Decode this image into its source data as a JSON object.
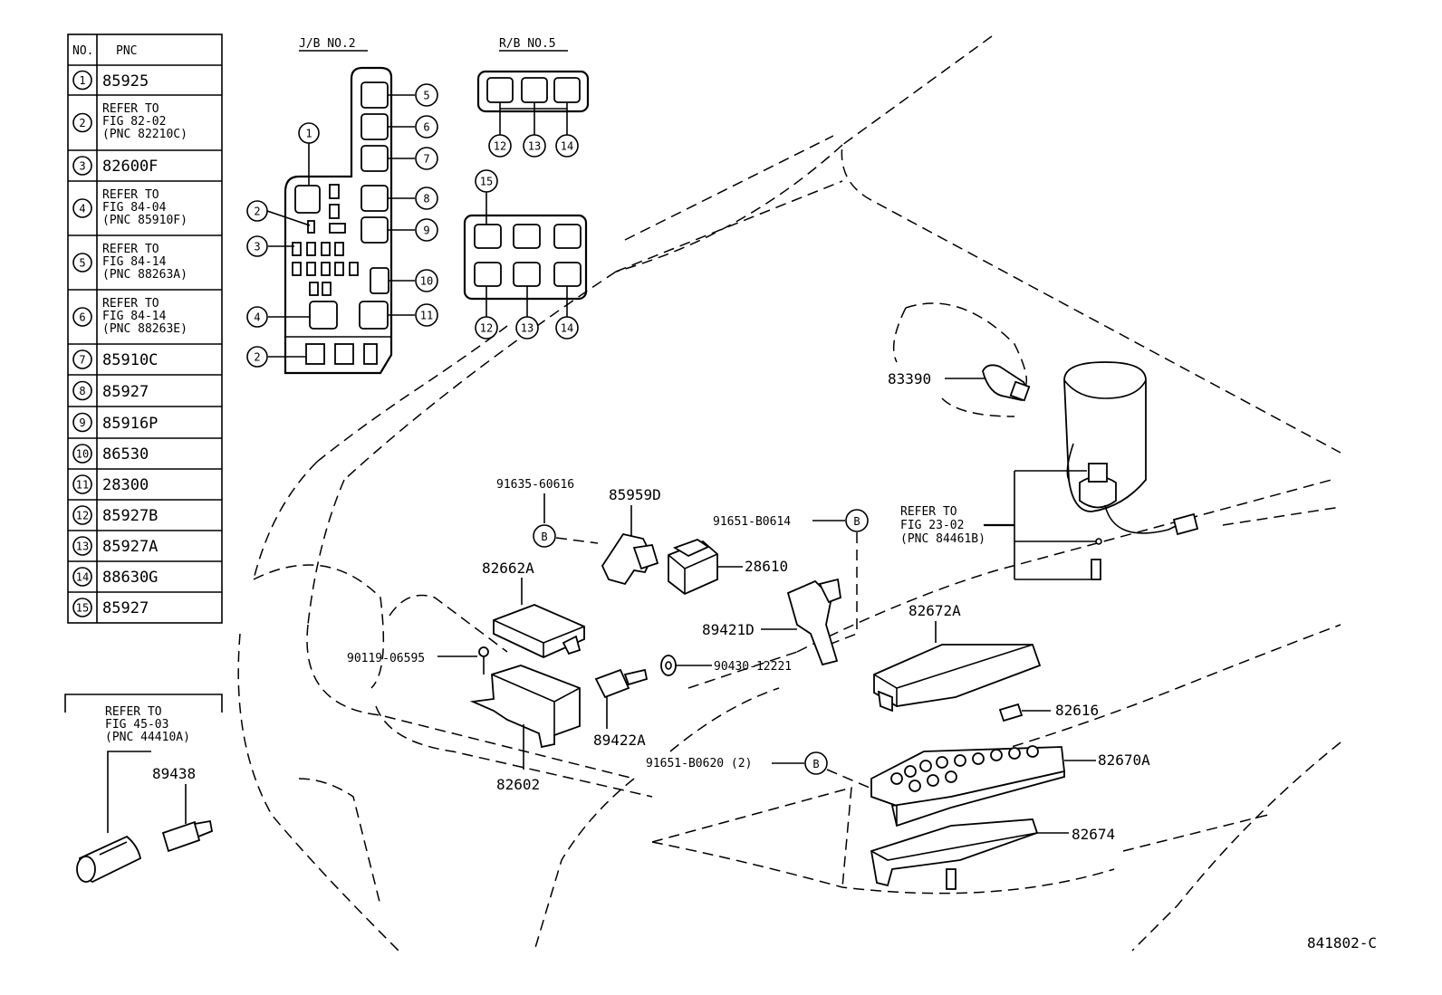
{
  "table": {
    "header": {
      "no": "NO.",
      "pnc": "PNC"
    },
    "rows": [
      {
        "no": "1",
        "lines": [
          "85925"
        ]
      },
      {
        "no": "2",
        "lines": [
          "REFER TO",
          "FIG 82-02",
          " (PNC 82210C)"
        ]
      },
      {
        "no": "3",
        "lines": [
          "82600F"
        ]
      },
      {
        "no": "4",
        "lines": [
          "REFER TO",
          "FIG 84-04",
          " (PNC 85910F)"
        ]
      },
      {
        "no": "5",
        "lines": [
          "REFER TO",
          "FIG 84-14",
          " (PNC 88263A)"
        ]
      },
      {
        "no": "6",
        "lines": [
          "REFER TO",
          "FIG 84-14",
          " (PNC 88263E)"
        ]
      },
      {
        "no": "7",
        "lines": [
          "85910C"
        ]
      },
      {
        "no": "8",
        "lines": [
          "85927"
        ]
      },
      {
        "no": "9",
        "lines": [
          "85916P"
        ]
      },
      {
        "no": "10",
        "lines": [
          "86530"
        ]
      },
      {
        "no": "11",
        "lines": [
          "28300"
        ]
      },
      {
        "no": "12",
        "lines": [
          "85927B"
        ]
      },
      {
        "no": "13",
        "lines": [
          "85927A"
        ]
      },
      {
        "no": "14",
        "lines": [
          "88630G"
        ]
      },
      {
        "no": "15",
        "lines": [
          "85927"
        ]
      }
    ]
  },
  "jb2": {
    "title": "J/B NO.2",
    "callouts": [
      "1",
      "2",
      "3",
      "4",
      "2",
      "5",
      "6",
      "7",
      "8",
      "9",
      "10",
      "11"
    ]
  },
  "rb5": {
    "title": "R/B NO.5",
    "callouts": [
      "12",
      "13",
      "14",
      "15",
      "12",
      "13",
      "14"
    ]
  },
  "refer_box": {
    "lines": [
      "REFER TO",
      "FIG 45-03",
      " (PNC 44410A)"
    ],
    "part": "89438"
  },
  "parts": {
    "p83390": "83390",
    "refer_23": [
      "REFER TO",
      "FIG 23-02",
      " (PNC 84461B)"
    ],
    "p91635": "91635-60616",
    "p85959D": "85959D",
    "p91651_0614": "91651-B0614",
    "p28610": "28610",
    "p82662A": "82662A",
    "p89421D": "89421D",
    "p82672A": "82672A",
    "p90119": "90119-06595",
    "p90430": "90430-12221",
    "p82616": "82616",
    "p89422A": "89422A",
    "p91651_0620": "91651-B0620 (2)",
    "p82670A": "82670A",
    "p82602": "82602",
    "p82674": "82674",
    "bolt_ref": "B"
  },
  "footer": {
    "code": "841802-C"
  }
}
